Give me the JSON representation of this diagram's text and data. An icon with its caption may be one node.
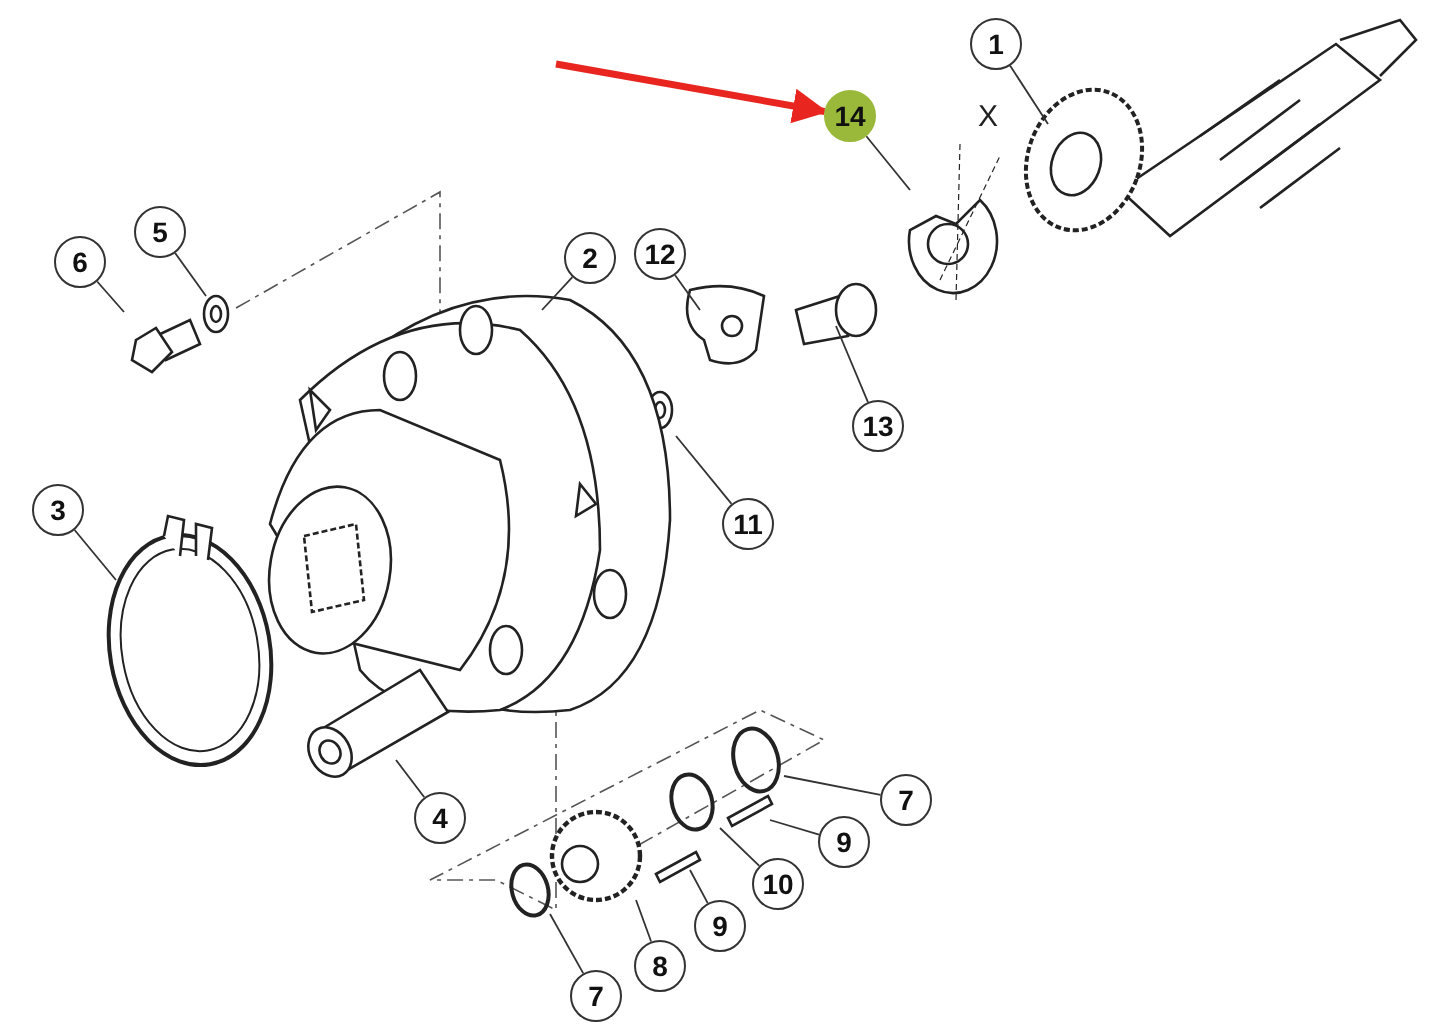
{
  "diagram": {
    "nodes": [
      {
        "text": [
          "14"
        ]
      },
      {
        "text": [
          "1"
        ]
      },
      {
        "text": [
          "5"
        ]
      },
      {
        "text": [
          "12"
        ]
      },
      {
        "text": [
          "2"
        ]
      },
      {
        "text": [
          "6"
        ]
      },
      {
        "text": [
          "13"
        ]
      },
      {
        "text": [
          "3"
        ]
      },
      {
        "text": [
          "11"
        ]
      },
      {
        "text": [
          "7"
        ]
      },
      {
        "text": [
          "4"
        ]
      },
      {
        "text": [
          "9"
        ]
      },
      {
        "text": [
          "10"
        ]
      },
      {
        "text": [
          "9"
        ]
      },
      {
        "text": [
          "8"
        ]
      },
      {
        "text": [
          "7"
        ]
      }
    ],
    "edges": [
      {
        "from": null,
        "to": 0,
        "arrow": "to",
        "style": "thick",
        "color": "#e8261f"
      },
      {
        "from": 0,
        "to": null,
        "arrow": "none"
      },
      {
        "from": 1,
        "to": null,
        "arrow": "none"
      },
      {
        "from": 2,
        "to": null,
        "arrow": "none"
      },
      {
        "from": 3,
        "to": null,
        "arrow": "none"
      },
      {
        "from": 4,
        "to": null,
        "arrow": "none"
      },
      {
        "from": 5,
        "to": null,
        "arrow": "none"
      },
      {
        "from": 6,
        "to": null,
        "arrow": "none"
      },
      {
        "from": 7,
        "to": null,
        "arrow": "none"
      },
      {
        "from": 8,
        "to": null,
        "arrow": "none"
      },
      {
        "from": 9,
        "to": null,
        "arrow": "none"
      },
      {
        "from": 10,
        "to": null,
        "arrow": "none"
      },
      {
        "from": 11,
        "to": null,
        "arrow": "none"
      },
      {
        "from": 12,
        "to": null,
        "arrow": "none"
      },
      {
        "from": 13,
        "to": null,
        "arrow": "none"
      },
      {
        "from": 14,
        "to": null,
        "arrow": "none"
      },
      {
        "from": 15,
        "to": null,
        "arrow": "none"
      }
    ],
    "labels": [
      "X"
    ]
  }
}
